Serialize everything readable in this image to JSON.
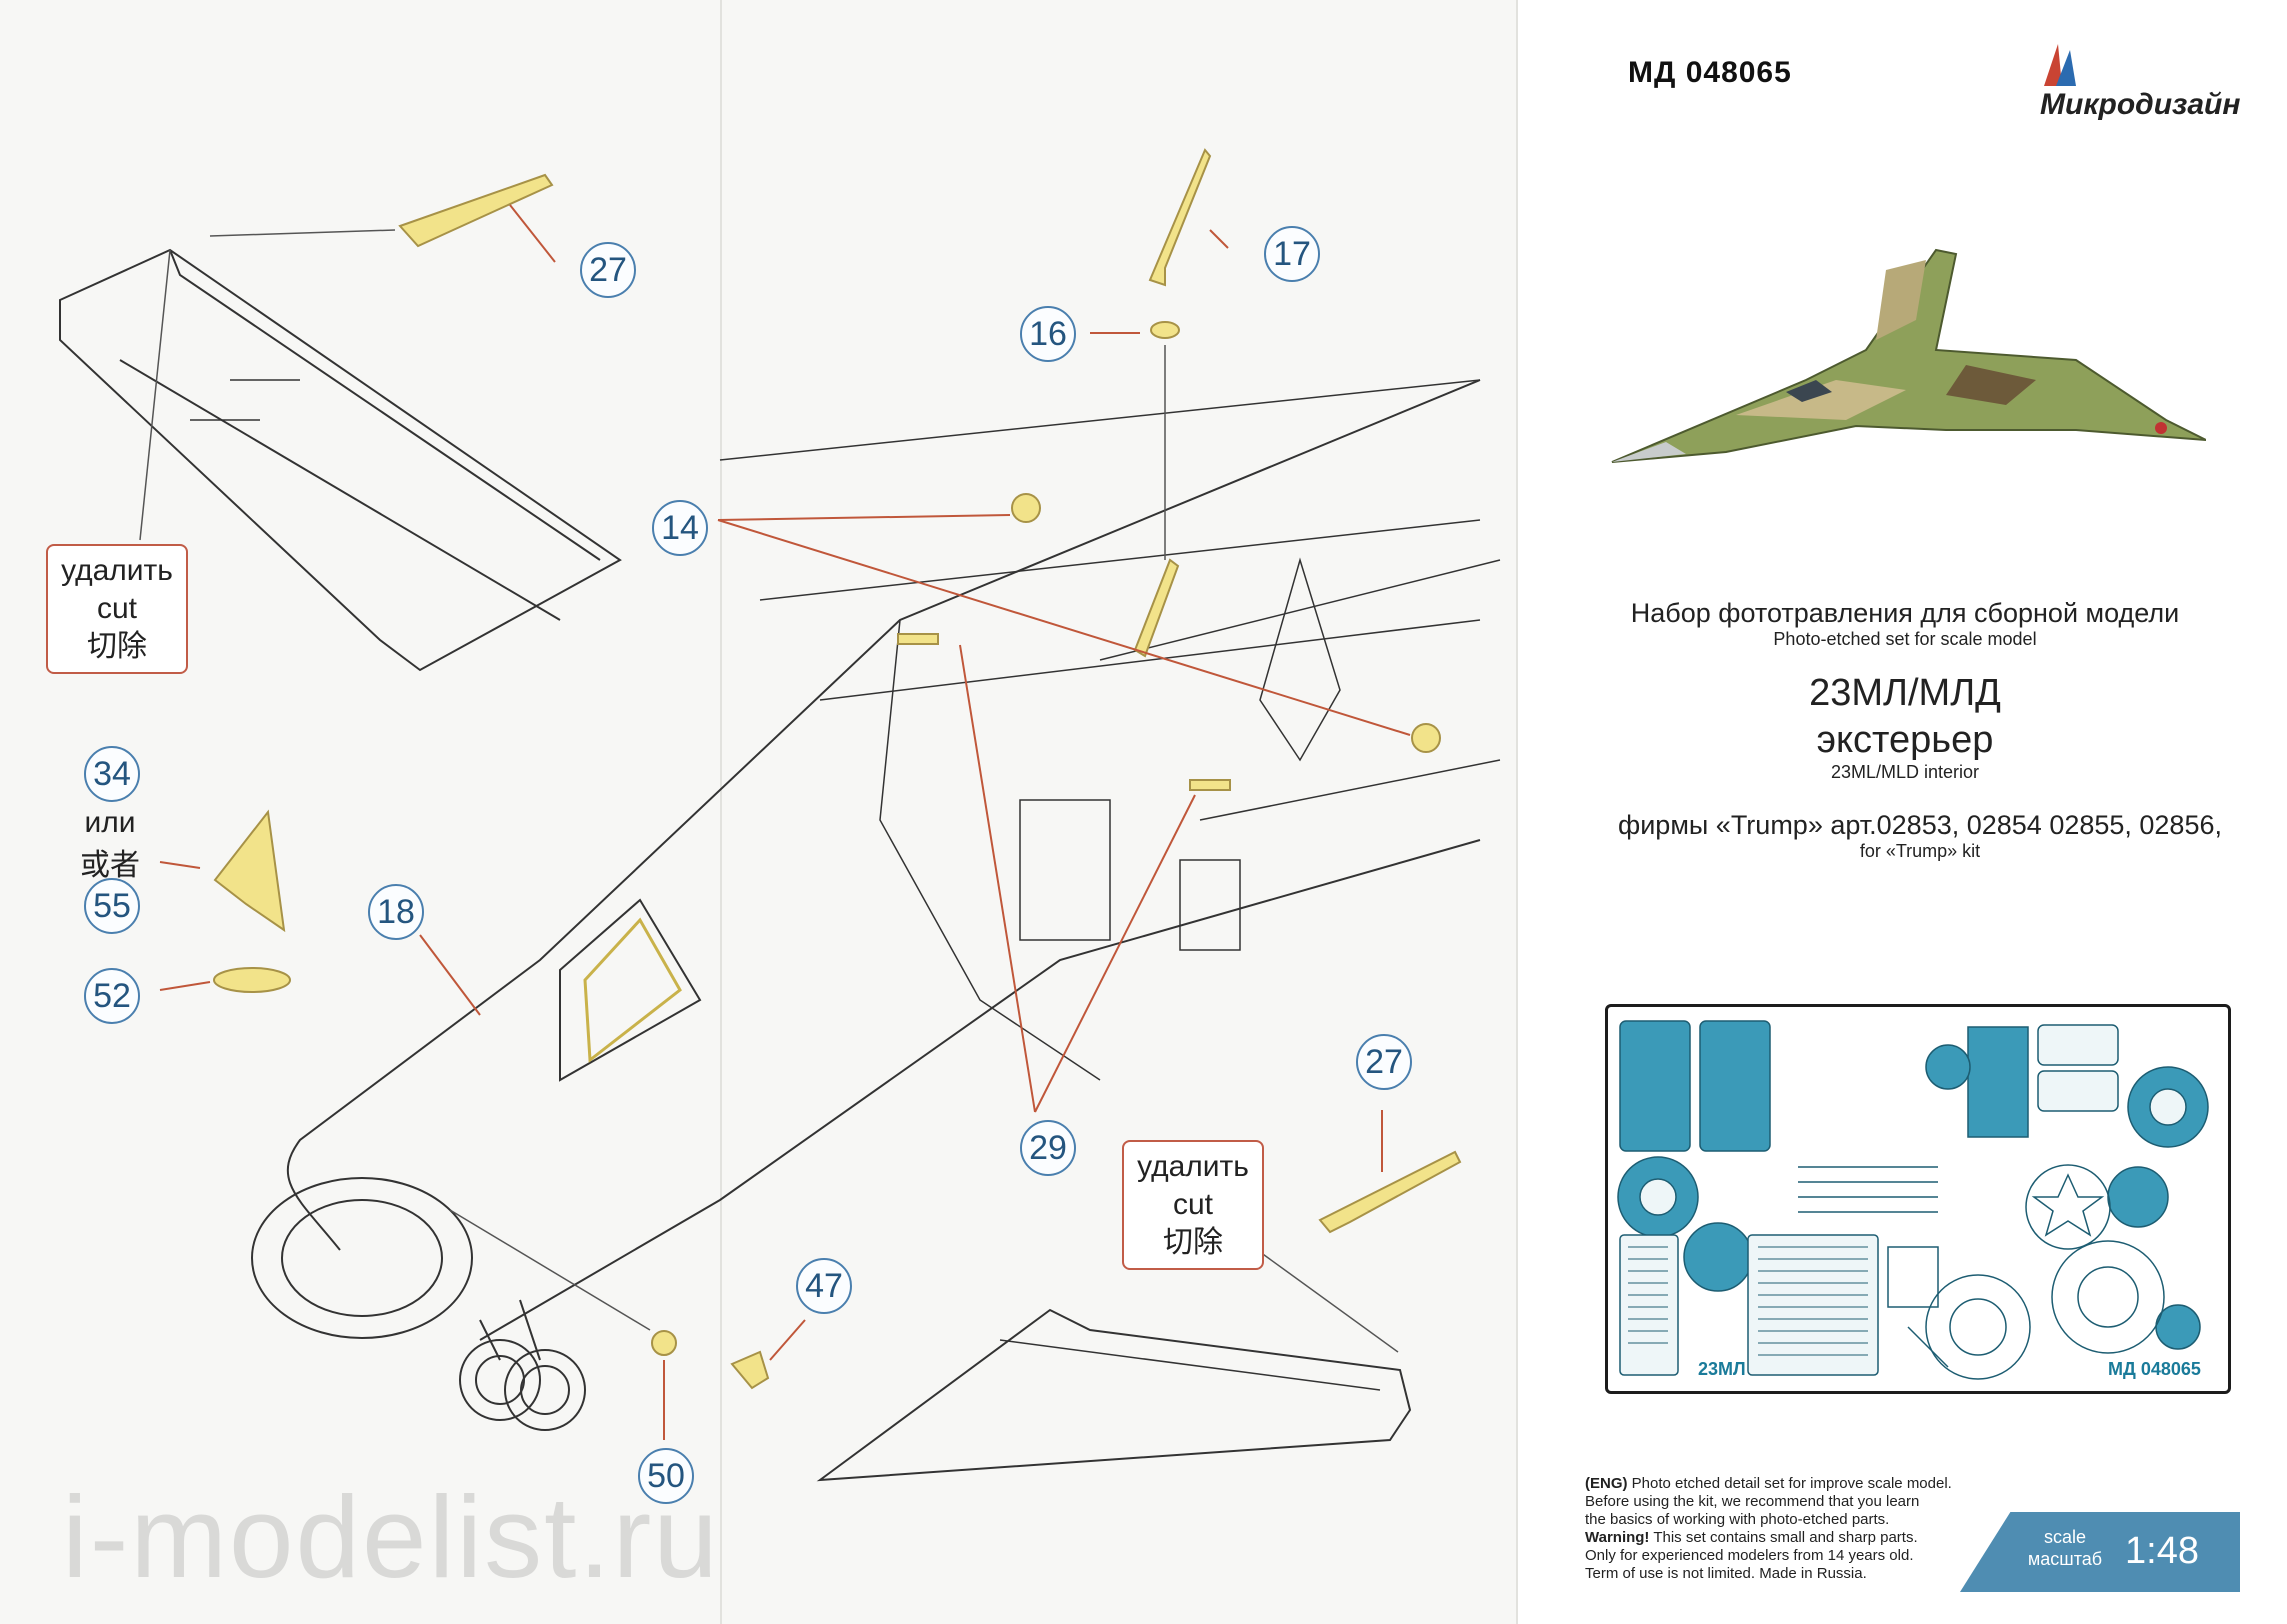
{
  "header": {
    "code": "МД 048065",
    "brand": "Микродизайн"
  },
  "title": {
    "ru": "Набор фототравления для сборной модели",
    "en": "Photo-etched set for scale model",
    "model": "23МЛ/МЛД",
    "ru_part": "экстерьер",
    "en_part": "23ML/MLD interior",
    "kit_ru": "фирмы «Trump» арт.02853, 02854 02855, 02856,",
    "kit_en": "for «Trump» kit"
  },
  "callouts": {
    "c27a": "27",
    "c17": "17",
    "c16": "16",
    "c14": "14",
    "c34": "34",
    "c55": "55",
    "c52": "52",
    "c18": "18",
    "c29": "29",
    "c27b": "27",
    "c47": "47",
    "c50": "50"
  },
  "cut_boxes": [
    {
      "ru": "удалить",
      "en": "cut",
      "zh": "切除"
    },
    {
      "ru": "удалить",
      "en": "cut",
      "zh": "切除"
    }
  ],
  "or_label": {
    "ru": "или",
    "zh": "或者"
  },
  "sheet": {
    "left_label": "23МЛ",
    "right_label": "МД 048065"
  },
  "disclaimer": [
    {
      "bold": "(ENG)",
      "text": " Photo etched detail set for improve scale model."
    },
    {
      "bold": "",
      "text": "Before using the kit, we recommend that you learn"
    },
    {
      "bold": "",
      "text": "the basics of working with photo-etched parts."
    },
    {
      "bold": "Warning!",
      "text": " This set contains small and sharp parts."
    },
    {
      "bold": "",
      "text": "Only for experienced modelers from 14 years old."
    },
    {
      "bold": "",
      "text": "Term of use is not limited. Made in Russia."
    }
  ],
  "scale": {
    "en": "scale",
    "ru": "масштаб",
    "value": "1:48"
  },
  "watermark": "i-modelist.ru",
  "colors": {
    "callout": "#2a6fa8",
    "part_fill": "#f2e38a",
    "sheet_blue": "#3b9ab8",
    "cut_border": "#c15c47"
  }
}
